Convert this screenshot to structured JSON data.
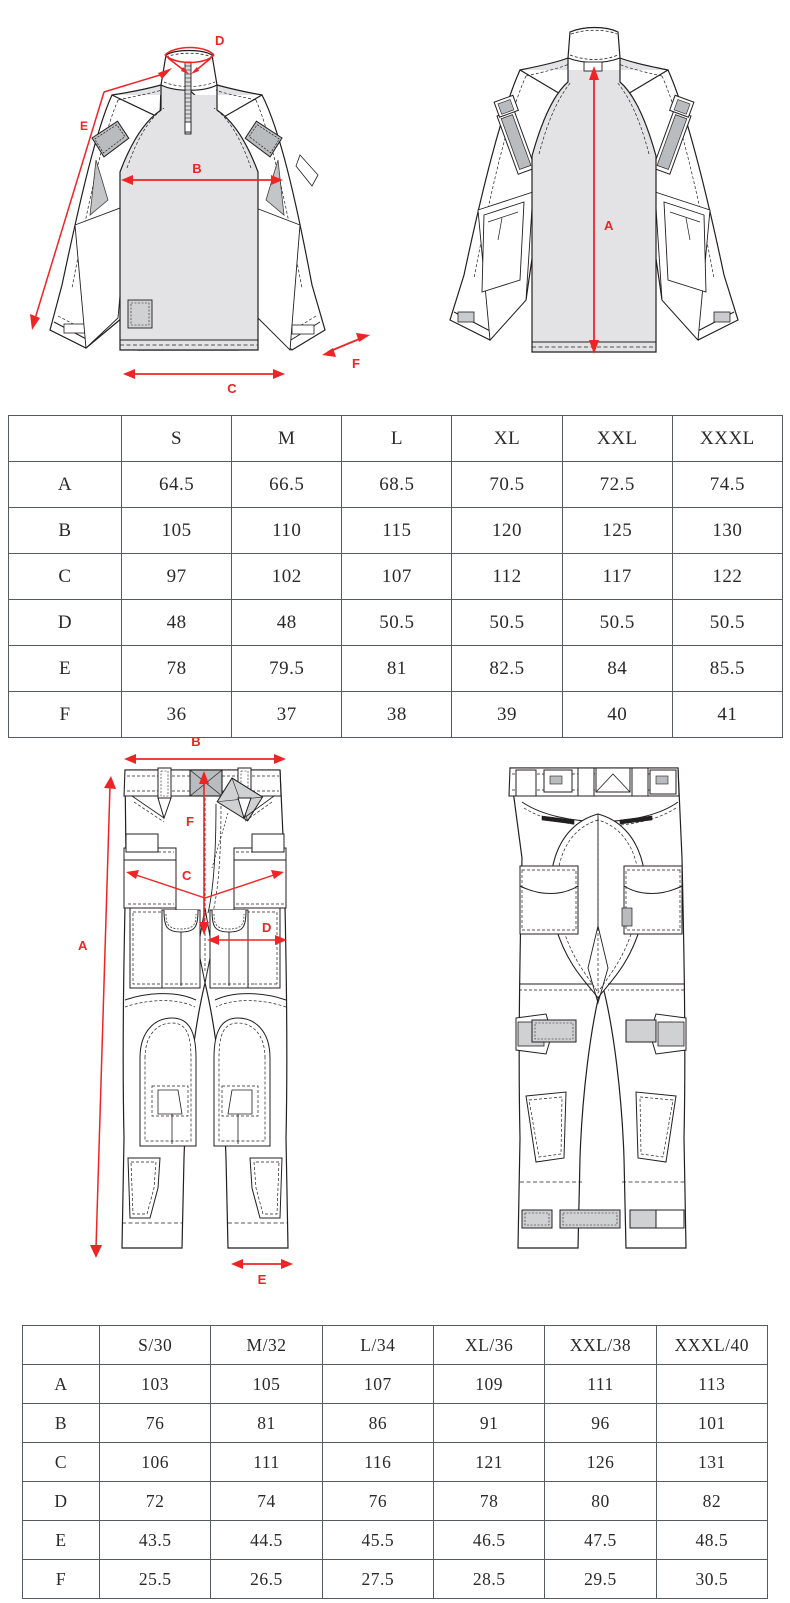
{
  "page": {
    "type": "apparel-size-chart",
    "background_color": "#ffffff",
    "accent_color": "#ef2424",
    "fabric_fill_color": "#e3e3e6",
    "patch_fill_color": "#b9bcbe",
    "line_color": "#231f20",
    "table_border_color": "#555a5e"
  },
  "shirt_diagram": {
    "front_view": {
      "name": "tactical combat shirt front view",
      "measure_labels": [
        "D",
        "E",
        "B",
        "C",
        "F"
      ]
    },
    "back_view": {
      "name": "tactical combat shirt back view",
      "measure_labels": [
        "A"
      ]
    }
  },
  "pants_diagram": {
    "front_view": {
      "name": "tactical combat pants front view",
      "measure_labels": [
        "B",
        "F",
        "C",
        "D",
        "A",
        "E"
      ]
    },
    "back_view": {
      "name": "tactical combat pants back view",
      "measure_labels": []
    }
  },
  "shirt_table": {
    "corner_label": "",
    "columns": [
      "S",
      "M",
      "L",
      "XL",
      "XXL",
      "XXXL"
    ],
    "rows": [
      {
        "key": "A",
        "values": [
          "64.5",
          "66.5",
          "68.5",
          "70.5",
          "72.5",
          "74.5"
        ]
      },
      {
        "key": "B",
        "values": [
          "105",
          "110",
          "115",
          "120",
          "125",
          "130"
        ]
      },
      {
        "key": "C",
        "values": [
          "97",
          "102",
          "107",
          "112",
          "117",
          "122"
        ]
      },
      {
        "key": "D",
        "values": [
          "48",
          "48",
          "50.5",
          "50.5",
          "50.5",
          "50.5"
        ]
      },
      {
        "key": "E",
        "values": [
          "78",
          "79.5",
          "81",
          "82.5",
          "84",
          "85.5"
        ]
      },
      {
        "key": "F",
        "values": [
          "36",
          "37",
          "38",
          "39",
          "40",
          "41"
        ]
      }
    ]
  },
  "pants_table": {
    "corner_label": "",
    "columns": [
      "S/30",
      "M/32",
      "L/34",
      "XL/36",
      "XXL/38",
      "XXXL/40"
    ],
    "rows": [
      {
        "key": "A",
        "values": [
          "103",
          "105",
          "107",
          "109",
          "111",
          "113"
        ]
      },
      {
        "key": "B",
        "values": [
          "76",
          "81",
          "86",
          "91",
          "96",
          "101"
        ]
      },
      {
        "key": "C",
        "values": [
          "106",
          "111",
          "116",
          "121",
          "126",
          "131"
        ]
      },
      {
        "key": "D",
        "values": [
          "72",
          "74",
          "76",
          "78",
          "80",
          "82"
        ]
      },
      {
        "key": "E",
        "values": [
          "43.5",
          "44.5",
          "45.5",
          "46.5",
          "47.5",
          "48.5"
        ]
      },
      {
        "key": "F",
        "values": [
          "25.5",
          "26.5",
          "27.5",
          "28.5",
          "29.5",
          "30.5"
        ]
      }
    ]
  }
}
